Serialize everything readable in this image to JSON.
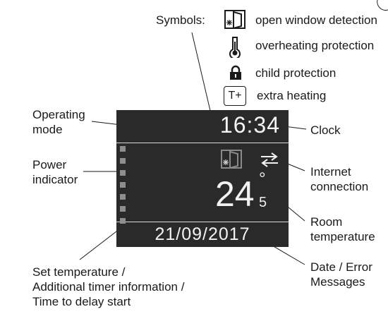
{
  "symbols_legend": {
    "title": "Symbols:",
    "items": [
      {
        "icon": "window-frost-icon",
        "label": "open window detection"
      },
      {
        "icon": "thermometer-icon",
        "label": "overheating protection"
      },
      {
        "icon": "padlock-icon",
        "label": "child protection"
      },
      {
        "icon": "t-plus-icon",
        "icon_text": "T+",
        "label": "extra heating"
      }
    ]
  },
  "callouts": {
    "operating_mode": [
      "Operating",
      "mode"
    ],
    "power_indicator": [
      "Power",
      "indicator"
    ],
    "clock": "Clock",
    "internet": [
      "Internet",
      "connection"
    ],
    "room_temp": [
      "Room",
      "temperature"
    ],
    "date_error": [
      "Date / Error",
      "Messages"
    ],
    "set_temp": [
      "Set temperature /",
      "Additional timer information /",
      "Time to delay start"
    ]
  },
  "display": {
    "clock": "16:34",
    "temperature_integer": "24",
    "temperature_decimal": "5",
    "degree_symbol": "°",
    "date": "21/09/2017",
    "power_levels_total": 7,
    "status_icons": [
      "window-frost-icon",
      "arrows-exchange-icon"
    ]
  },
  "colors": {
    "screen_bg": "#2a2a2a",
    "screen_text": "#f2f2f2",
    "power_square": "#8e8e8e",
    "icon_grey": "#8a8a8a"
  }
}
